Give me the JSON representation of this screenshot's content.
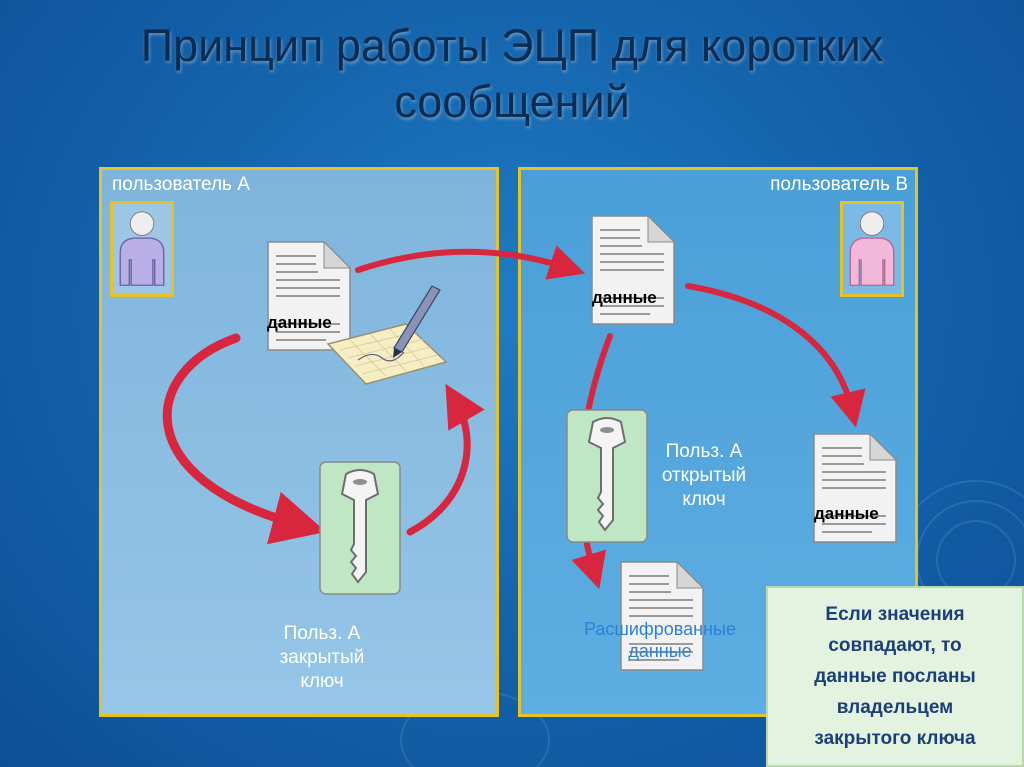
{
  "title": "Принцип работы ЭЦП для коротких сообщений",
  "user_a": {
    "label": "пользователь А",
    "avatar_color": "#b9aee6"
  },
  "user_b": {
    "label": "пользователь В",
    "avatar_color": "#f2b7d9"
  },
  "data_label": "данные",
  "private_key": {
    "line1": "Польз. А",
    "line2": "закрытый",
    "line3": "ключ"
  },
  "public_key": {
    "line1": "Польз. А",
    "line2": "открытый",
    "line3": "ключ"
  },
  "decrypted": {
    "line1": "Расшифрованные",
    "line2": "данные"
  },
  "result_box": {
    "line1": "Если значения",
    "line2": "совпадают, то",
    "line3": "данные посланы",
    "line4": "владельцем",
    "line5": "закрытого ключа"
  },
  "colors": {
    "frame": "#e6c227",
    "arrow": "#d7263d",
    "key_card": "#bfe7c3",
    "result_bg": "#e4f3df",
    "result_text": "#1d3f78"
  }
}
